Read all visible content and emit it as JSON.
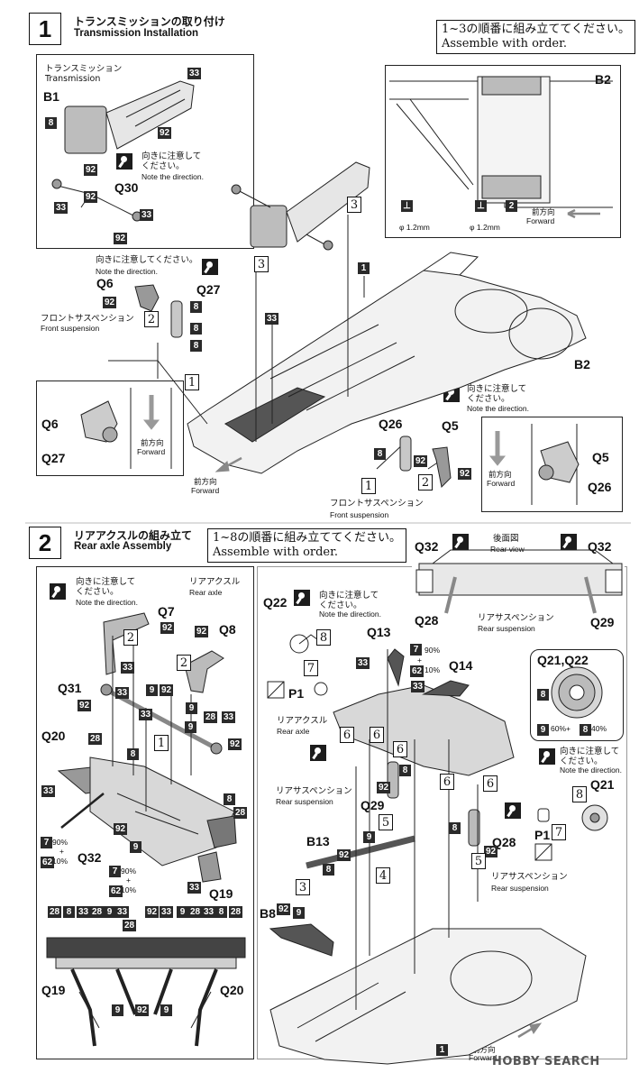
{
  "step1": {
    "number": "1",
    "title_jp": "トランスミッションの取り付け",
    "title_en": "Transmission Installation",
    "order_jp": "1~3の順番に組み立ててください。",
    "order_en": "Assemble with order.",
    "transmission_jp": "トランスミッション",
    "transmission_en": "Transmission",
    "b1": "B1",
    "q30": "Q30",
    "dir_jp": "向きに注意して\nください。",
    "dir_en": "Note the direction.",
    "dir_inline_jp": "向きに注意してください。",
    "q6": "Q6",
    "q27": "Q27",
    "front_susp_jp": "フロントサスペンション",
    "front_susp_en": "Front suspension",
    "q26": "Q26",
    "q5": "Q5",
    "b2": "B2",
    "drill1": "φ 1.2mm",
    "drill2": "φ 1.2mm",
    "forward_jp": "前方向",
    "forward_en": "Forward"
  },
  "step2": {
    "number": "2",
    "title_jp": "リアアクスルの組み立て",
    "title_en": "Rear axle Assembly",
    "order_jp": "1~8の順番に組み立ててください。",
    "order_en": "Assemble with order.",
    "rear_axle_jp": "リアアクスル",
    "rear_axle_en": "Rear axle",
    "rear_susp_jp": "リアサスペンション",
    "rear_susp_en": "Rear suspension",
    "rear_view_jp": "後面図",
    "rear_view_en": "Rear view",
    "q7": "Q7",
    "q8": "Q8",
    "q31": "Q31",
    "q20": "Q20",
    "q32": "Q32",
    "q19": "Q19",
    "q22": "Q22",
    "q13": "Q13",
    "q14": "Q14",
    "q29": "Q29",
    "q28": "Q28",
    "q21": "Q21",
    "q21q22": "Q21,Q22",
    "b13": "B13",
    "b8": "B8",
    "p1": "P1",
    "mix1_a": "90%",
    "mix1_plus": "+",
    "mix1_b": "10%",
    "mix_disc": "60%+",
    "mix_disc_b": "40%",
    "dir_jp": "向きに注意して\nください。",
    "dir_en": "Note the direction.",
    "forward_jp": "前方向",
    "forward_en": "Forward"
  },
  "footer": {
    "watermark": "HOBBY SEARCH",
    "part1": "1"
  },
  "colors": {
    "ink": "#111111",
    "badge": "#2a2a2a",
    "bg": "#ffffff"
  }
}
